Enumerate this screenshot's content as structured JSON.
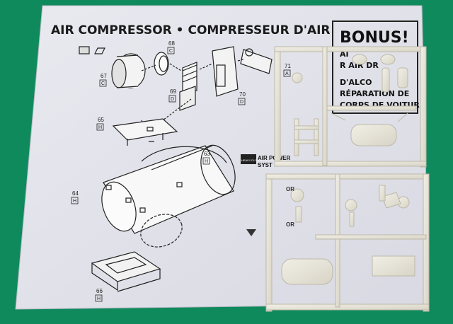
{
  "sheet": {
    "title": "AIR COMPRESSOR • COMPRESSEUR D'AIR",
    "bonus_heading": "BONUS!",
    "bonus_lines": [
      "AI",
      "R AIR DR",
      "D'ALCO",
      "RÉPARATION DE",
      "CORPS DE VOITURE"
    ],
    "air_power_label": "AIR POWER",
    "system_label": "SYST",
    "heavy_duty_label": "HEAVY DUTY",
    "or_labels": [
      "OR",
      "OR"
    ]
  },
  "parts": [
    {
      "number": "67",
      "letter": "C"
    },
    {
      "number": "68",
      "letter": "C"
    },
    {
      "number": "69",
      "letter": "D"
    },
    {
      "number": "70",
      "letter": "D"
    },
    {
      "number": "71",
      "letter": "A"
    },
    {
      "number": "65",
      "letter": "H"
    },
    {
      "number": "63",
      "letter": "H"
    },
    {
      "number": "64",
      "letter": "H"
    },
    {
      "number": "66",
      "letter": "H"
    }
  ],
  "colors": {
    "background": "#0f8a5c",
    "paper": "#e6e6ee",
    "plastic": "#e9e6da",
    "ink": "#1a1a1a"
  }
}
